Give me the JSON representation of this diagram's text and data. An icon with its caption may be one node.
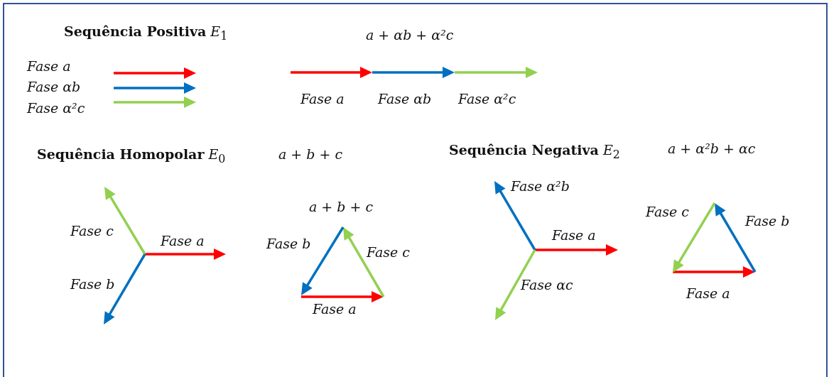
{
  "diagram": {
    "labels": [
      "**Sequência Positiva** *E*$_{1}$",
      "a + αb + α²c",
      "Fase a",
      "Fase αb",
      "Fase α²c",
      "**Sequência Homopolar** *E*$_{0}$",
      "a + b + c",
      "**Sequência Negativa** *E*$_{2}$",
      "a + α²b + αc",
      "Fase α²b",
      "a + b + c",
      "Fase c",
      "Fase b",
      "Fase c",
      "Fase a",
      "Fase b",
      "Fase c",
      "Fase a",
      "Fase b",
      "Fase αc",
      "Fase a",
      "Fase a"
    ],
    "legend": [
      {
        "text": "Fase a"
      },
      {
        "text": "Fase αb"
      },
      {
        "text": "Fase α²c"
      }
    ]
  }
}
